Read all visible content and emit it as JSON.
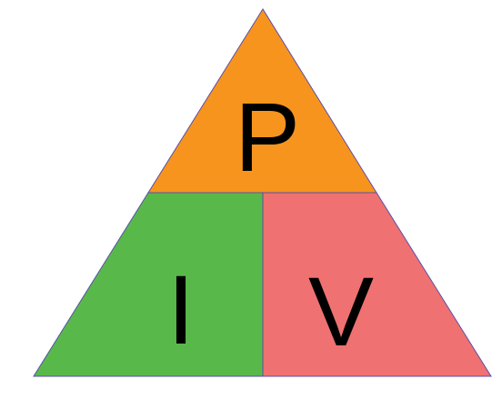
{
  "triangle": {
    "outline_color": "#5b4fa8",
    "sections": [
      {
        "id": "top",
        "letter": "P",
        "color": "#f7941d"
      },
      {
        "id": "bottom-left",
        "letter": "I",
        "color": "#58b94a"
      },
      {
        "id": "bottom-right",
        "letter": "V",
        "color": "#f07171"
      }
    ]
  }
}
